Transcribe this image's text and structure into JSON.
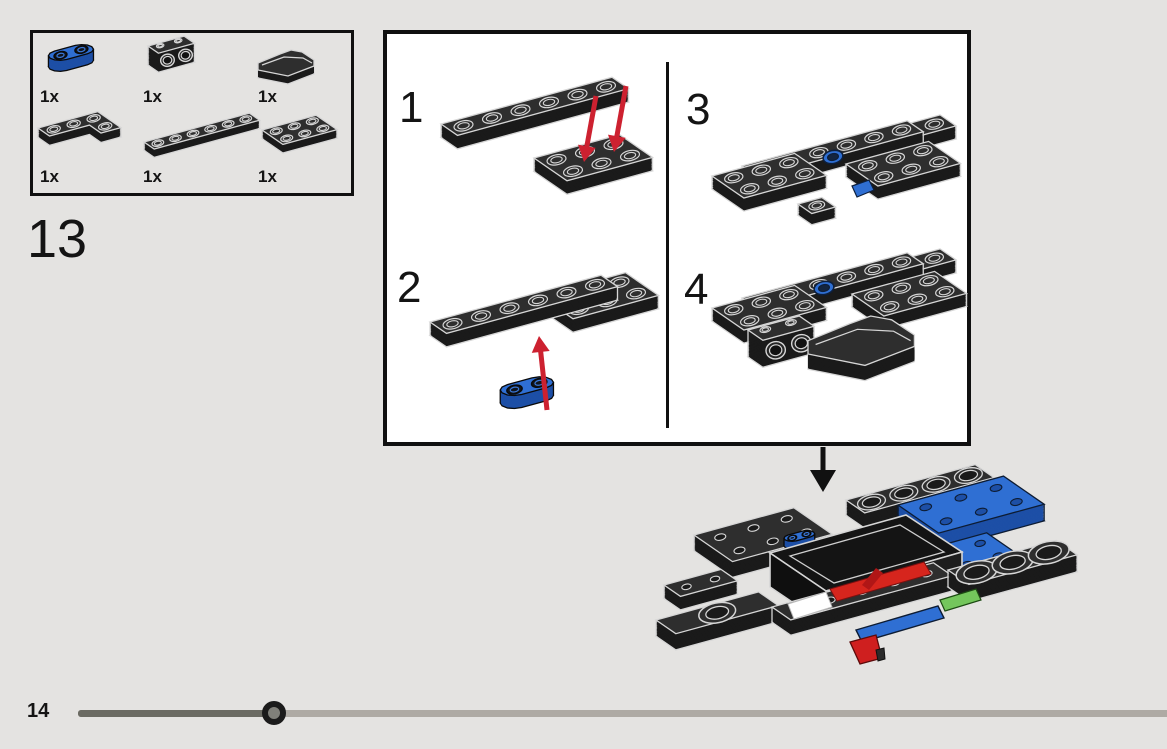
{
  "page": {
    "step_number": "13",
    "page_number": "14"
  },
  "parts_panel": {
    "parts": [
      {
        "id": "plate-1x2-rounded-blue",
        "quantity": "1x"
      },
      {
        "id": "bracket-1x2-inverted-black",
        "quantity": "1x"
      },
      {
        "id": "slope-curved-2x1-black",
        "quantity": "1x"
      },
      {
        "id": "plate-corner-black",
        "quantity": "1x"
      },
      {
        "id": "plate-1x6-black",
        "quantity": "1x"
      },
      {
        "id": "plate-2x3-black",
        "quantity": "1x"
      }
    ]
  },
  "steps_panel": {
    "steps": [
      {
        "number": "1"
      },
      {
        "number": "2"
      },
      {
        "number": "3"
      },
      {
        "number": "4"
      }
    ]
  },
  "progress": {
    "fraction": 0.18
  },
  "colors": {
    "background": "#e4e3e1",
    "panel_white": "#ffffff",
    "box_border": "#101010",
    "text": "#141414",
    "piece_black_top": "#2e2e2e",
    "piece_black_side": "#1a1a1a",
    "piece_outline": "#d6d6d6",
    "piece_blue": "#2f6fd3",
    "piece_blue_side": "#1d4fa6",
    "piece_blue_line": "#0d1c33",
    "arrow_red": "#cd2130",
    "connector_black": "#111111",
    "accent_red": "#d6251d",
    "accent_green": "#74c65c",
    "accent_white": "#ffffff",
    "slider_track_rest": "#aeaaa4",
    "slider_track_filled": "#6b6b63",
    "slider_knob_ring": "#1b1b1b",
    "slider_knob_fill": "#80807a"
  }
}
